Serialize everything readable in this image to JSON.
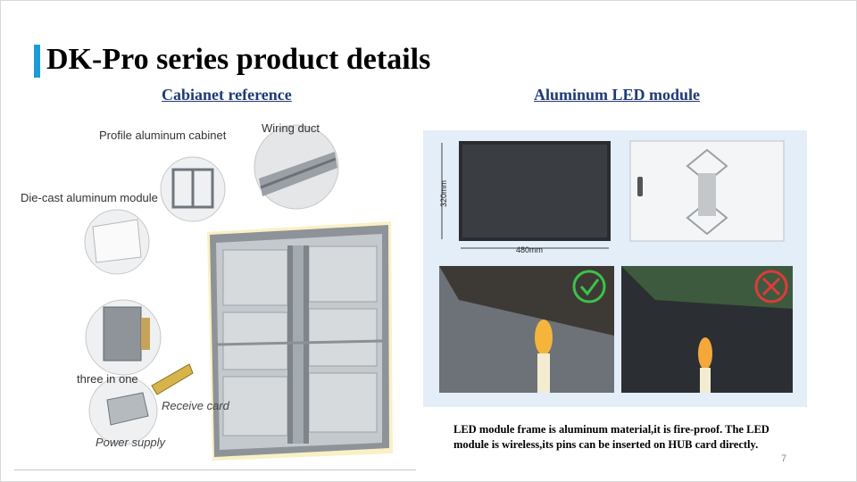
{
  "title": "DK-Pro series product details",
  "left_heading": "Cabianet reference",
  "right_heading": "Aluminum LED module",
  "left_labels": {
    "profile_cabinet": "Profile aluminum cabinet",
    "wiring_duct": "Wiring duct",
    "die_cast_module": "Die-cast aluminum module",
    "three_in_one": "three in one",
    "receive_card": "Receive card",
    "power_supply": "Power supply"
  },
  "module_dims": {
    "width": "480mm",
    "height": "320mm"
  },
  "caption": "LED module frame is aluminum material,it is fire-proof. The LED module is wireless,its pins can be inserted on HUB card directly.",
  "page_number": "7",
  "colors": {
    "accent": "#1a9cd8",
    "heading": "#1f3a78",
    "check": "#3cc24a",
    "cross": "#e03a3a",
    "panel_bg": "#e3eef9"
  },
  "icons": {
    "pass": "check-circle-icon",
    "fail": "cross-circle-icon"
  }
}
